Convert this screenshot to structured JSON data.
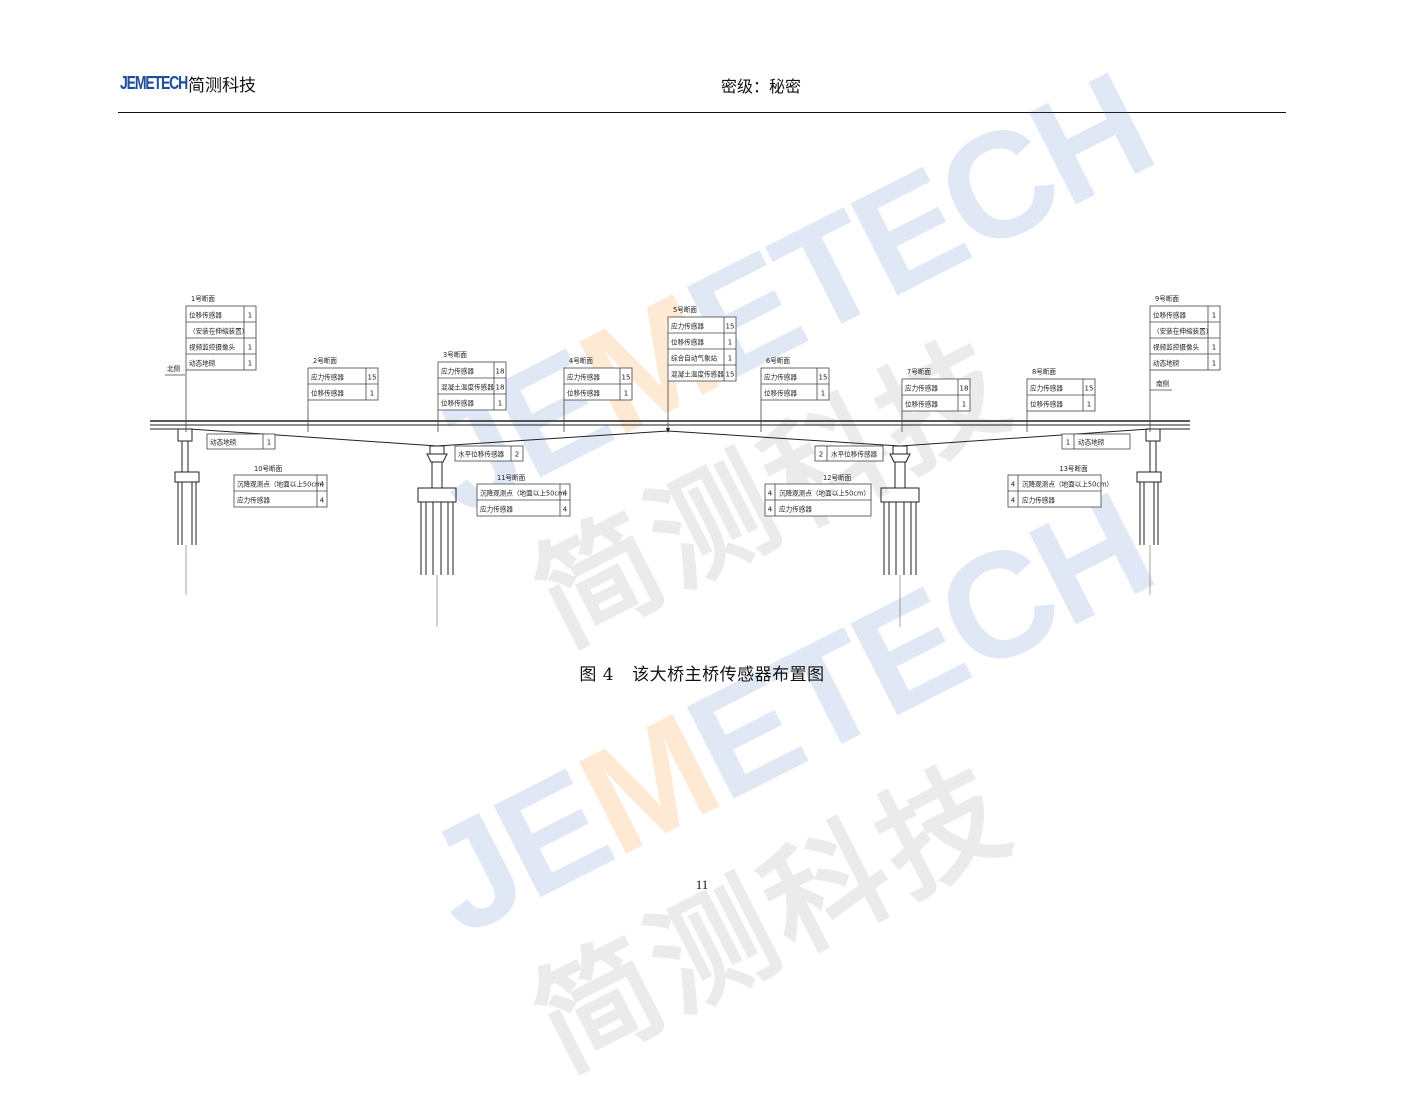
{
  "header": {
    "logo_latin": "JEMETECH",
    "logo_cn": "简测科技",
    "secrecy": "密级：秘密"
  },
  "watermark": {
    "latin_pre": "JE",
    "latin_m": "M",
    "latin_post": "ETECH",
    "cn": "简测科技"
  },
  "diagram": {
    "north_label": "北侧",
    "south_label": "南侧",
    "sections": [
      {
        "title": "1号断面",
        "rows": [
          {
            "text": "位移传感器",
            "count": "1"
          },
          {
            "text": "（安装在伸缩装置）",
            "count": ""
          },
          {
            "text": "视频监控摄像头",
            "count": "1"
          },
          {
            "text": "动态地磅",
            "count": "1"
          }
        ]
      },
      {
        "title": "2号断面",
        "rows": [
          {
            "text": "应力传感器",
            "count": "15"
          },
          {
            "text": "位移传感器",
            "count": "1"
          }
        ]
      },
      {
        "title": "3号断面",
        "rows": [
          {
            "text": "应力传感器",
            "count": "18"
          },
          {
            "text": "混凝土温度传感器",
            "count": "18"
          },
          {
            "text": "位移传感器",
            "count": "1"
          }
        ]
      },
      {
        "title": "4号断面",
        "rows": [
          {
            "text": "应力传感器",
            "count": "15"
          },
          {
            "text": "位移传感器",
            "count": "1"
          }
        ]
      },
      {
        "title": "5号断面",
        "rows": [
          {
            "text": "应力传感器",
            "count": "15"
          },
          {
            "text": "位移传感器",
            "count": "1"
          },
          {
            "text": "综合自动气象站",
            "count": "1"
          },
          {
            "text": "混凝土温度传感器",
            "count": "15"
          }
        ]
      },
      {
        "title": "6号断面",
        "rows": [
          {
            "text": "应力传感器",
            "count": "15"
          },
          {
            "text": "位移传感器",
            "count": "1"
          }
        ]
      },
      {
        "title": "7号断面",
        "rows": [
          {
            "text": "应力传感器",
            "count": "18"
          },
          {
            "text": "位移传感器",
            "count": "1"
          }
        ]
      },
      {
        "title": "8号断面",
        "rows": [
          {
            "text": "应力传感器",
            "count": "15"
          },
          {
            "text": "位移传感器",
            "count": "1"
          }
        ]
      },
      {
        "title": "9号断面",
        "rows": [
          {
            "text": "位移传感器",
            "count": "1"
          },
          {
            "text": "（安装在伸缩装置）",
            "count": ""
          },
          {
            "text": "视频监控摄像头",
            "count": "1"
          },
          {
            "text": "动态地磅",
            "count": "1"
          }
        ]
      }
    ],
    "deck_boxes": [
      {
        "text": "动态地磅",
        "count": "1"
      },
      {
        "text": "水平位移传感器",
        "count": "2"
      },
      {
        "text": "水平位移传感器",
        "count": "2"
      },
      {
        "text": "动态地磅",
        "count": "1"
      }
    ],
    "pier_sections": [
      {
        "title": "10号断面",
        "rows": [
          {
            "text": "沉降观测点（地面以上50cm）",
            "count": "4"
          },
          {
            "text": "应力传感器",
            "count": "4"
          }
        ]
      },
      {
        "title": "11号断面",
        "rows": [
          {
            "text": "沉降观测点（地面以上50cm）",
            "count": "4"
          },
          {
            "text": "应力传感器",
            "count": "4"
          }
        ]
      },
      {
        "title": "12号断面",
        "rows": [
          {
            "text": "沉降观测点（地面以上50cm）",
            "count": "4"
          },
          {
            "text": "应力传感器",
            "count": "4"
          }
        ]
      },
      {
        "title": "13号断面",
        "rows": [
          {
            "text": "沉降观测点（地面以上50cm）",
            "count": "4"
          },
          {
            "text": "应力传感器",
            "count": "4"
          }
        ]
      }
    ]
  },
  "caption": {
    "number": "图 4",
    "text": "该大桥主桥传感器布置图"
  },
  "page_number": "11"
}
